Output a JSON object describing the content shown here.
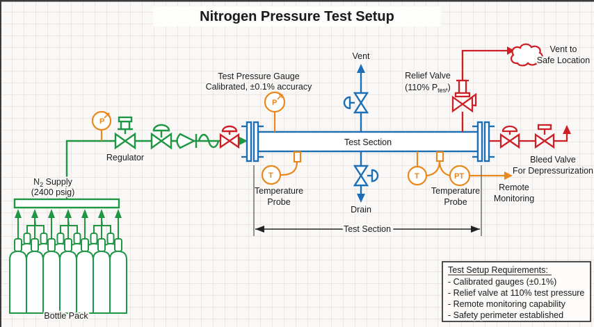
{
  "title": "Nitrogen Pressure Test Setup",
  "colors": {
    "nitrogen_supply_green": "#1f9644",
    "high_pressure_red": "#cd2026",
    "test_section_blue": "#1c6fb4",
    "instrument_orange": "#e8891d",
    "background": "#faf8f6",
    "grid_line": "#ded6d4",
    "ink": "#1a1a1a"
  },
  "supply": {
    "n2_prefix": "N",
    "n2_sub": "2",
    "n2_suffix": " Supply",
    "n2_pressure": "(2400 psig)",
    "bottle_pack_label": "Bottle Pack",
    "regulator_label": "Regulator"
  },
  "instruments": {
    "pressure_gauge_symbol": "P",
    "temperature_probe_symbol": "T",
    "pressure_transmitter_symbol": "PT",
    "test_gauge_label_line1": "Test Pressure Gauge",
    "test_gauge_label_line2": "Calibrated, ±0.1% accuracy",
    "temp_probe_label_line1": "Temperature",
    "temp_probe_label_line2": "Probe",
    "remote_label_line1": "Remote",
    "remote_label_line2": "Monitoring"
  },
  "test_section": {
    "pipe_label": "Test Section",
    "vent_label": "Vent",
    "drain_label": "Drain",
    "dimension_label": "Test Section"
  },
  "relief": {
    "label_line1": "Relief Valve",
    "label_line2_prefix": "(110% P",
    "label_line2_sub": "test",
    "label_line2_suffix": ")",
    "vent_to_line1": "Vent to",
    "vent_to_line2": "Safe Location"
  },
  "bleed": {
    "label_line1": "Bleed Valve",
    "label_line2": "For Depressurization"
  },
  "requirements": {
    "heading": "Test Setup Requirements:",
    "items": [
      "- Calibrated gauges (±0.1%)",
      "- Relief valve at 110% test pressure",
      "- Remote monitoring capability",
      "- Safety perimeter established"
    ]
  }
}
